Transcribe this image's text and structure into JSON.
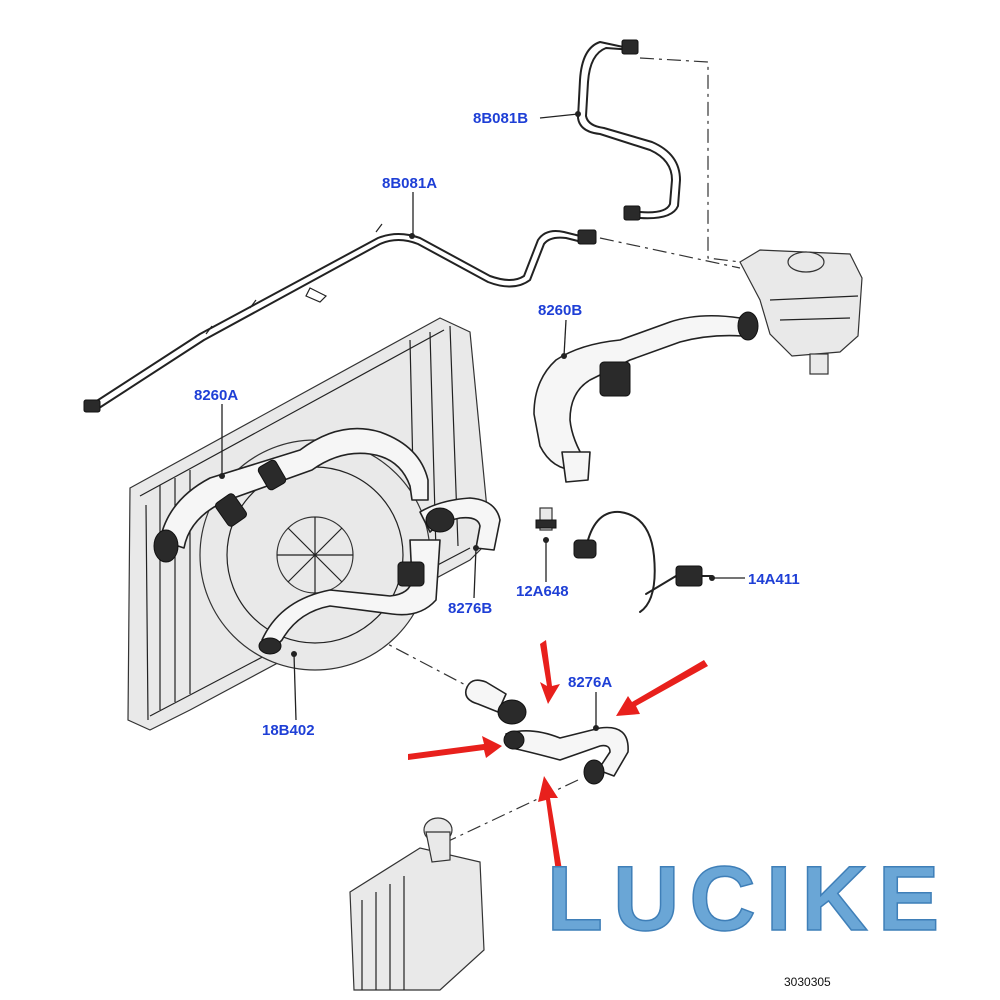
{
  "labels": {
    "deg_hose_b": "8B081B",
    "deg_hose_a": "8B081A",
    "upper_hose_b": "8260B",
    "upper_hose_a": "8260A",
    "lower_hose_b": "8276B",
    "lower_hose_a": "8276A",
    "sensor": "12A648",
    "harness": "14A411",
    "hose_18b": "18B402"
  },
  "watermark": "LUCIKE",
  "reference_code": "3030305",
  "colors": {
    "label": "#1e3fd6",
    "watermark": "#6aa6d6",
    "arrow": "#e8201c"
  }
}
